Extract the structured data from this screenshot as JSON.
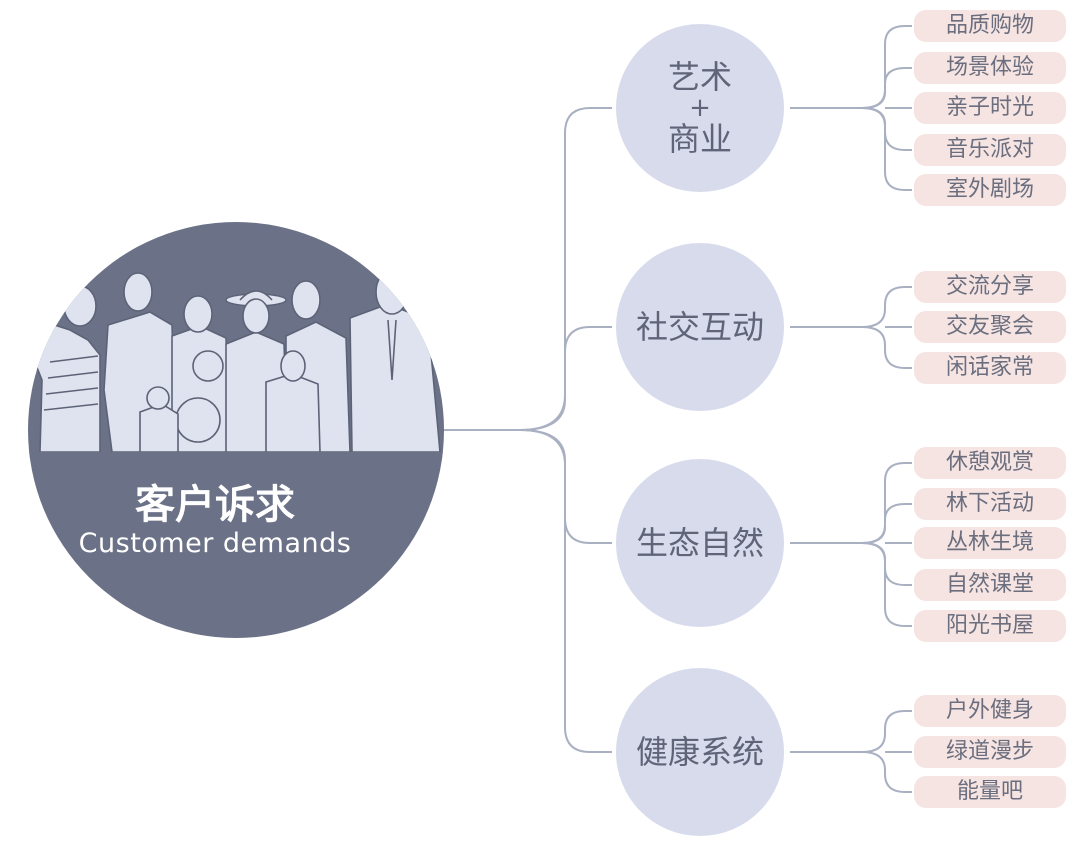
{
  "hub": {
    "title": "客户诉求",
    "subtitle": "Customer demands"
  },
  "categories": [
    {
      "lines": [
        "艺术",
        "+",
        "商业"
      ],
      "items": [
        "品质购物",
        "场景体验",
        "亲子时光",
        "音乐派对",
        "室外剧场"
      ]
    },
    {
      "lines": [
        "社交互动"
      ],
      "items": [
        "交流分享",
        "交友聚会",
        "闲话家常"
      ]
    },
    {
      "lines": [
        "生态自然"
      ],
      "items": [
        "休憩观赏",
        "林下活动",
        "丛林生境",
        "自然课堂",
        "阳光书屋"
      ]
    },
    {
      "lines": [
        "健康系统"
      ],
      "items": [
        "户外健身",
        "绿道漫步",
        "能量吧"
      ]
    }
  ],
  "colors": {
    "hub_fill": "#6b7287",
    "category_fill": "#d7dbeb",
    "leaf_fill": "#f6e4e2",
    "connector": "#a9b0c2",
    "figure_fill": "#dfe2ef",
    "figure_stroke": "#5d6377"
  }
}
